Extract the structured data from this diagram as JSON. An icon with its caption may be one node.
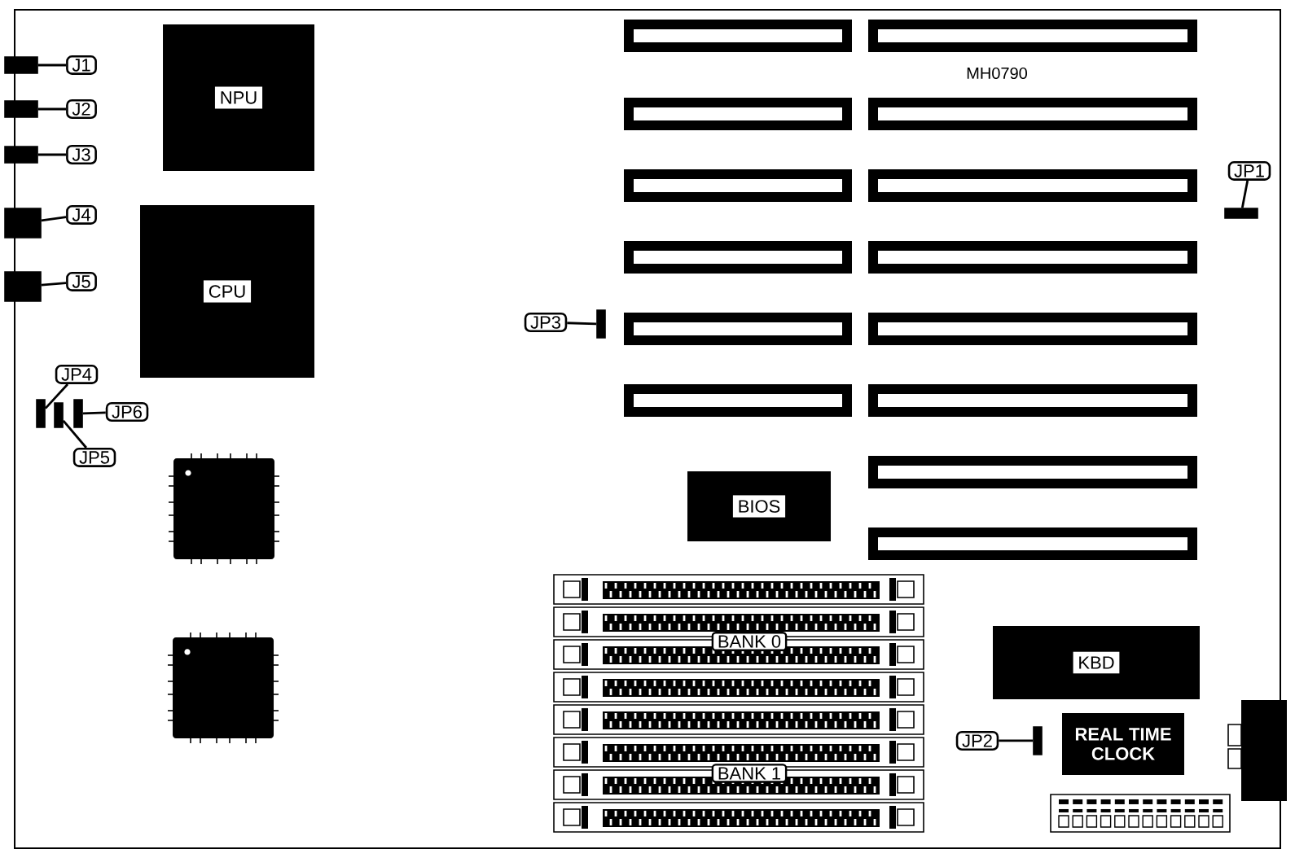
{
  "diagram": {
    "nodes": [
      {
        "text": [
          "J1"
        ]
      },
      {
        "text": [],
        "shape": "box"
      },
      {
        "text": [
          "J2"
        ]
      },
      {
        "text": [],
        "shape": "box"
      },
      {
        "text": [
          "J3"
        ]
      },
      {
        "text": [],
        "shape": "box"
      },
      {
        "text": [
          "J4"
        ]
      },
      {
        "text": [],
        "shape": "box"
      },
      {
        "text": [
          "J5"
        ]
      },
      {
        "text": [],
        "shape": "box"
      },
      {
        "text": [
          "NPU"
        ]
      },
      {
        "text": [
          "CPU"
        ]
      },
      {
        "text": [
          "JP1"
        ]
      },
      {
        "text": [],
        "shape": "box"
      },
      {
        "text": [
          "JP3"
        ]
      },
      {
        "text": [],
        "shape": "box"
      },
      {
        "text": [
          "JP4"
        ]
      },
      {
        "text": [],
        "shape": "box"
      },
      {
        "text": [
          "JP5"
        ]
      },
      {
        "text": [],
        "shape": "box"
      },
      {
        "text": [
          "JP6"
        ]
      },
      {
        "text": [],
        "shape": "box"
      },
      {
        "text": [
          "BIOS"
        ]
      },
      {
        "text": [
          "KBD"
        ]
      },
      {
        "text": [
          "JP2"
        ]
      },
      {
        "text": [],
        "shape": "box"
      },
      {
        "text": [
          "REAL TIME CLOCK"
        ]
      }
    ],
    "edges": [
      {
        "from": 0,
        "to": 1,
        "arrow": "none"
      },
      {
        "from": 2,
        "to": 3,
        "arrow": "none"
      },
      {
        "from": 4,
        "to": 5,
        "arrow": "none"
      },
      {
        "from": 6,
        "to": 7,
        "arrow": "none"
      },
      {
        "from": 8,
        "to": 9,
        "arrow": "none"
      },
      {
        "from": 12,
        "to": 13,
        "arrow": "none"
      },
      {
        "from": 14,
        "to": 15,
        "arrow": "none"
      },
      {
        "from": 16,
        "to": 17,
        "arrow": "none"
      },
      {
        "from": 18,
        "to": 19,
        "arrow": "none"
      },
      {
        "from": 20,
        "to": 21,
        "arrow": "none"
      },
      {
        "from": 24,
        "to": 25,
        "arrow": "none"
      }
    ],
    "labels": [
      "MH0790",
      "BANK 0",
      "BANK 1"
    ]
  }
}
